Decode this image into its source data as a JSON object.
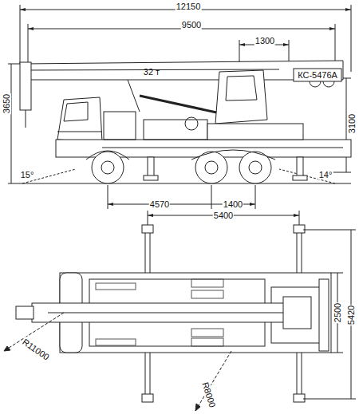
{
  "diagram": {
    "labels": [
      "12150",
      "9500",
      "1300",
      "32 т",
      "КС-5476А",
      "3650",
      "3100",
      "15°",
      "14°",
      "4570",
      "1400",
      "5400",
      "2500",
      "5420",
      "R11000",
      "R8000"
    ]
  }
}
